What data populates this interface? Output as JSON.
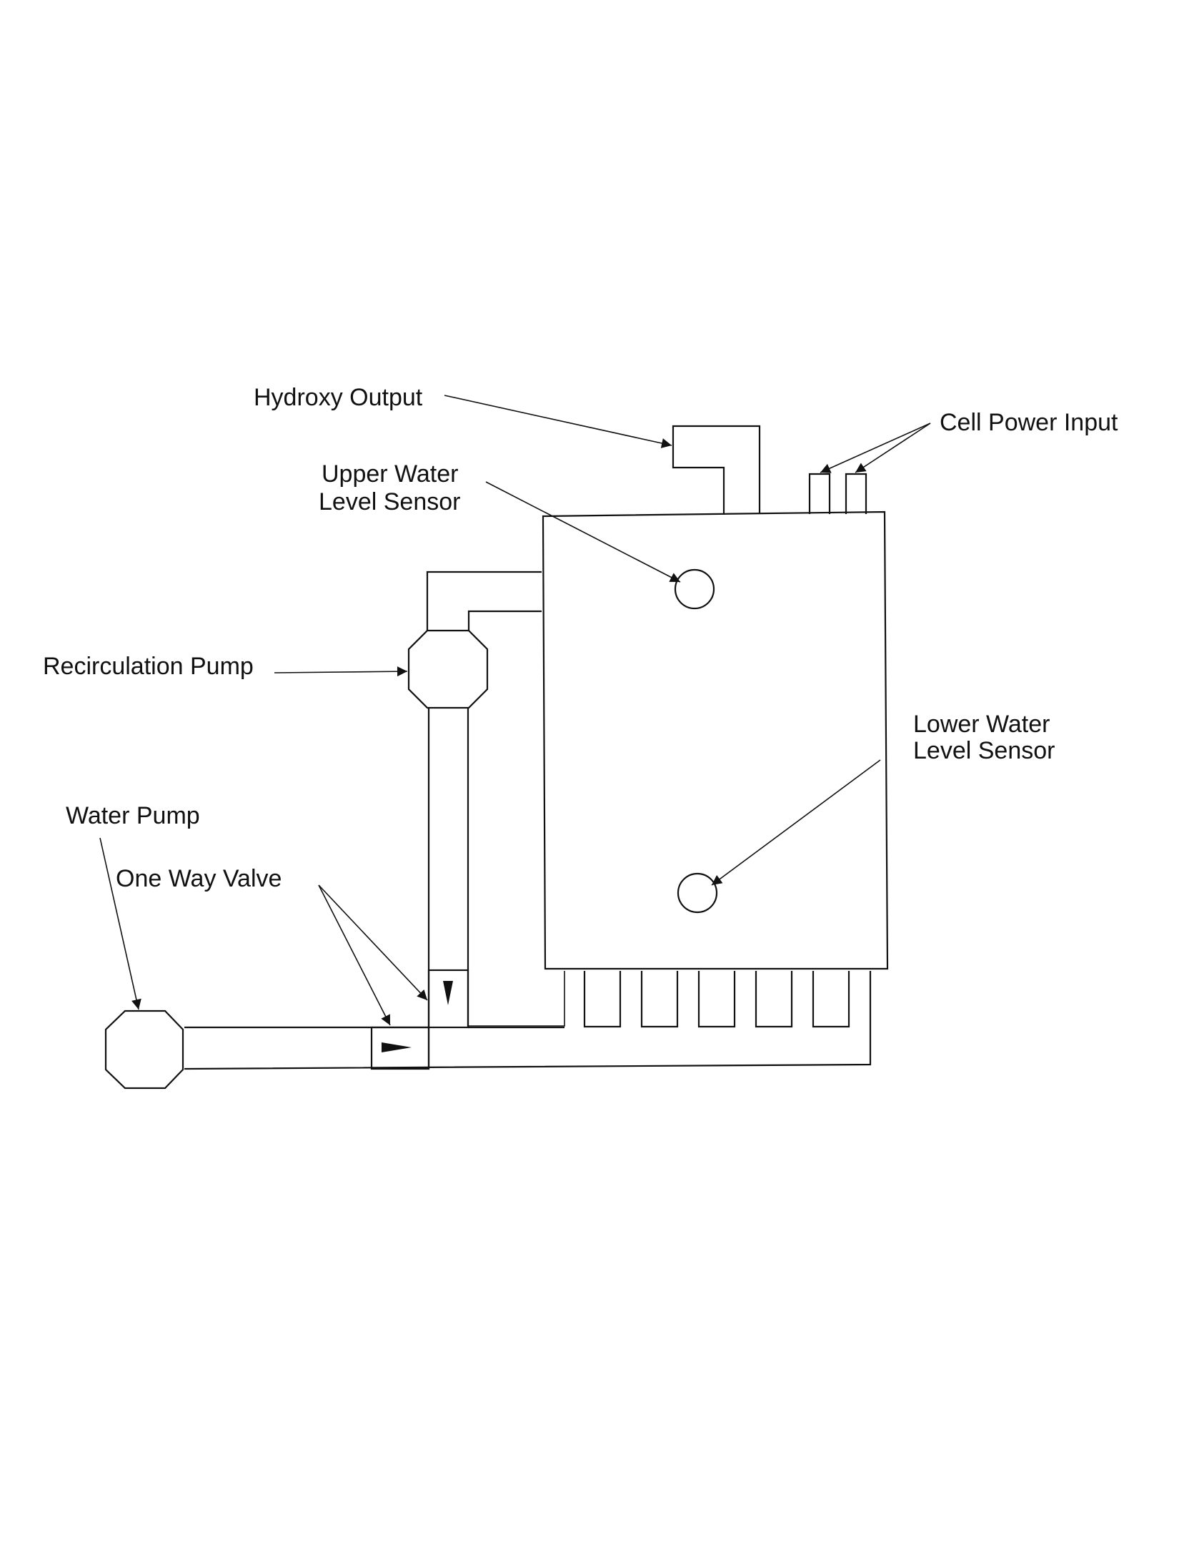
{
  "labels": {
    "hydroxy_output": "Hydroxy Output",
    "cell_power_input": "Cell Power Input",
    "upper_sensor_line1": "Upper Water",
    "upper_sensor_line2": "Level Sensor",
    "recirculation_pump": "Recirculation Pump",
    "lower_sensor_line1": "Lower Water",
    "lower_sensor_line2": "Level Sensor",
    "water_pump": "Water Pump",
    "one_way_valve": "One Way Valve"
  }
}
